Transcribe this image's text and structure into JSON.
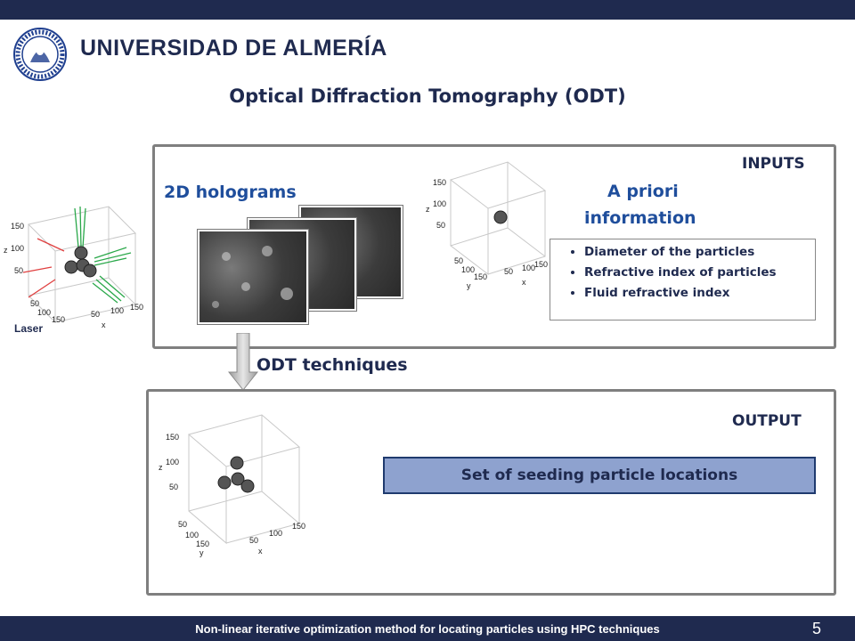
{
  "header": {
    "university": "UNIVERSIDAD DE ALMERÍA",
    "title": "Optical Diffraction Tomography (ODT)"
  },
  "inputs_panel": {
    "label": "INPUTS",
    "holograms_label": "2D holograms",
    "apriori_label_line1": "A priori",
    "apriori_label_line2": "information",
    "apriori_items": [
      "Diameter of the particles",
      "Refractive index of particles",
      "Fluid refractive index"
    ]
  },
  "arrow_label": "ODT techniques",
  "output_panel": {
    "label": "OUTPUT",
    "result": "Set of seeding particle locations"
  },
  "laser_label": "Laser",
  "plot_ticks": {
    "z": [
      "150",
      "100",
      "50"
    ],
    "y": [
      "50",
      "100",
      "150"
    ],
    "x": [
      "50",
      "100",
      "150"
    ],
    "z_axis": "z",
    "y_axis": "y",
    "x_axis": "x"
  },
  "footer": {
    "text": "Non-linear iterative optimization method for locating particles using HPC techniques",
    "page": "5"
  },
  "colors": {
    "navy": "#1f2a4f",
    "accent_blue": "#1f4e9c",
    "result_fill": "#8ea2cf",
    "laser_red": "#e04040",
    "beam_green": "#2aa84a"
  }
}
